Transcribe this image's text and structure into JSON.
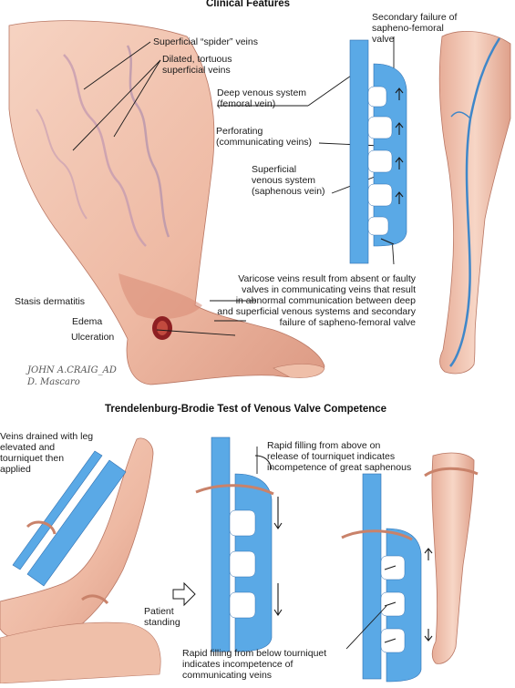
{
  "titles": {
    "clinical": "Clinical Features",
    "test": "Trendelenburg-Brodie Test of Venous Valve Competence"
  },
  "labels": {
    "spider_veins": "Superficial “spider” veins",
    "dilated_veins": "Dilated, tortuous\nsuperficial veins",
    "secondary_failure": "Secondary failure of\nsapheno-femoral\nvalve",
    "deep_system": "Deep venous system\n(femoral vein)",
    "perforating": "Perforating\n(communicating veins)",
    "superficial_system": "Superficial\nvenous system\n(saphenous vein)",
    "varicose_caption": "Varicose veins result from absent or faulty\nvalves in communicating veins that result\nin abnormal communication between deep\nand superficial venous systems and secondary\nfailure of sapheno-femoral valve",
    "stasis": "Stasis dermatitis",
    "edema": "Edema",
    "ulceration": "Ulceration",
    "drained": "Veins drained with leg\nelevated and\ntourniquet then\napplied",
    "rapid_above": "Rapid filling from above on\nrelease of tourniquet indicates\nincompetence of great saphenous",
    "patient_standing": "Patient\nstanding",
    "rapid_below": "Rapid filling from below tourniquet\nindicates incompetence of\ncommunicating veins"
  },
  "signature": {
    "line1": "JOHN A.CRAIG_AD",
    "line2": "D. Mascaro"
  },
  "colors": {
    "skin": "#f2c7b3",
    "skin_shadow": "#d9937e",
    "vein_blue": "#5aa9e6",
    "vein_dark": "#2f6fb0",
    "tourniquet": "#c9826a",
    "ulcer": "#8e1f22"
  }
}
